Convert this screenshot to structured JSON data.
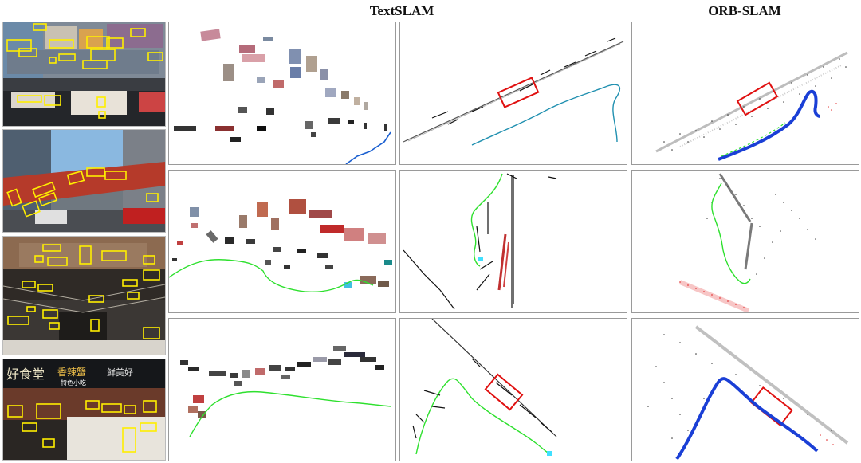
{
  "figure": {
    "column_titles": {
      "textslam": "TextSLAM",
      "orbslam": "ORB-SLAM"
    },
    "rows": [
      {
        "scene": "street storefront"
      },
      {
        "scene": "pedestrian bridge"
      },
      {
        "scene": "market building"
      },
      {
        "scene": "shop entrance"
      }
    ],
    "storefront_signs": [
      "好食堂",
      "香辣蟹",
      "鲜美好",
      "特色小吃"
    ],
    "colors": {
      "detection_box": "#ffee00",
      "highlight_box": "#e01010",
      "trajectory_green": "#2ee02e",
      "trajectory_blue": "#1a3fd6",
      "trajectory_teal": "#2090b0",
      "map_points": "#222222",
      "outlier_points": "#e02020"
    }
  }
}
